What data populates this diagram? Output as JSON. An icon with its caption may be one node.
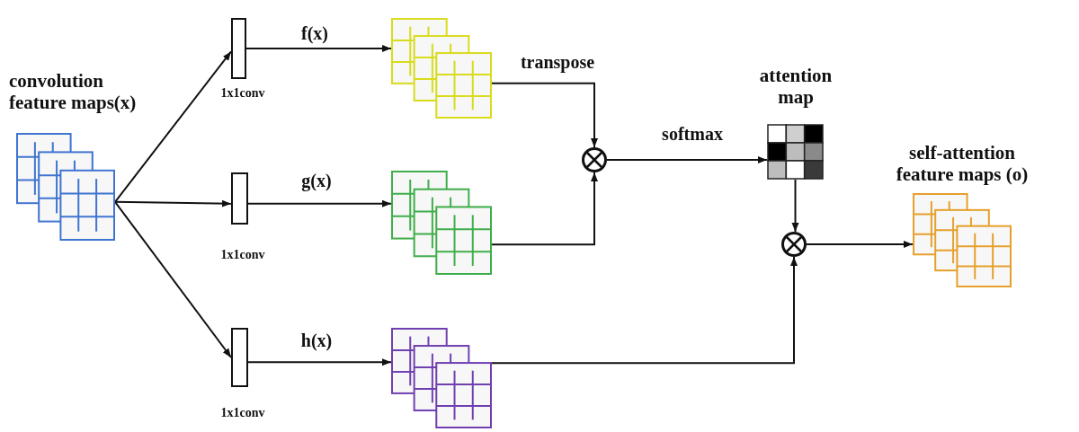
{
  "diagram": {
    "nodes": [
      {
        "text": [
          "convolution feature maps(x)"
        ]
      },
      {
        "text": [],
        "shape": "box",
        "beside": [
          "1x1conv"
        ]
      },
      {
        "text": [],
        "shape": "box",
        "beside": [
          "1x1conv"
        ]
      },
      {
        "text": [],
        "shape": "box",
        "beside": [
          "1x1conv"
        ]
      },
      {
        "text": [],
        "shape": "picture"
      },
      {
        "text": [],
        "shape": "picture"
      },
      {
        "text": [],
        "shape": "picture"
      },
      {
        "text": [],
        "shape": "circle"
      },
      {
        "text": [
          "attention map"
        ]
      },
      {
        "text": [],
        "shape": "circle"
      },
      {
        "text": [
          "self-attention feature maps (o)"
        ]
      }
    ],
    "edges": [
      {
        "from": 0,
        "to": 1,
        "arrow": "to"
      },
      {
        "from": 0,
        "to": 2,
        "arrow": "to"
      },
      {
        "from": 0,
        "to": 3,
        "arrow": "to"
      },
      {
        "from": 1,
        "to": 4,
        "arrow": "to",
        "label": "f(x)"
      },
      {
        "from": 2,
        "to": 5,
        "arrow": "to",
        "label": "g(x)"
      },
      {
        "from": 3,
        "to": 6,
        "arrow": "to",
        "label": "h(x)"
      },
      {
        "from": 4,
        "to": 7,
        "arrow": "to",
        "label": "transpose"
      },
      {
        "from": 5,
        "to": 7,
        "arrow": "to"
      },
      {
        "from": 7,
        "to": 8,
        "arrow": "to",
        "label": "softmax"
      },
      {
        "from": 8,
        "to": 9,
        "arrow": "to"
      },
      {
        "from": 6,
        "to": 9,
        "arrow": "to"
      },
      {
        "from": 9,
        "to": 10,
        "arrow": "to"
      }
    ]
  }
}
